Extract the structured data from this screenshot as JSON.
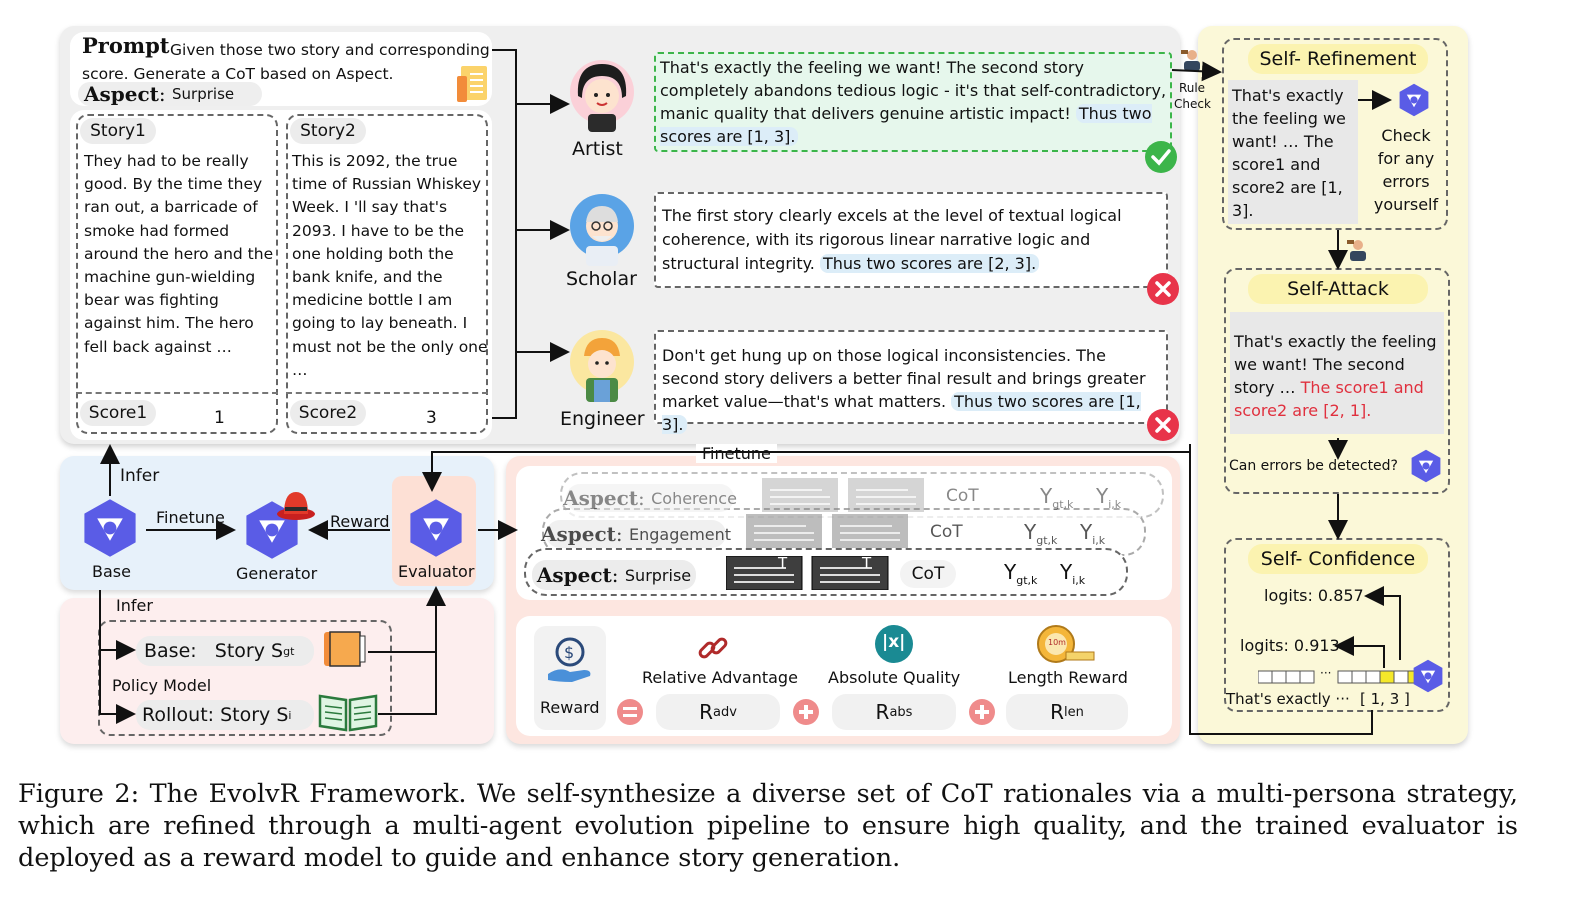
{
  "prompt": {
    "label": "Prompt",
    "text": "Given those two story and corresponding score. Generate a CoT based on Aspect.",
    "aspect_label": "Aspect",
    "aspect_value": "Surprise"
  },
  "stories": [
    {
      "title": "Story1",
      "text": "They had to be really good. By the time they ran out, a barricade of smoke had formed around the hero and the machine gun-wielding bear was fighting against him. The hero fell back against …",
      "score_label": "Score1",
      "score": "1"
    },
    {
      "title": "Story2",
      "text": "This is 2092, the true time of Russian Whiskey Week. I 'll say that's 2093. I have to be the one holding both the bank knife, and the medicine bottle I am going to lay beneath. I must not be the only one …",
      "score_label": "Score2",
      "score": "3"
    }
  ],
  "personas": [
    {
      "name": "Artist",
      "text": "That's exactly the feeling we want! The second story completely abandons tedious logic - it's that self-contradictory, manic quality that delivers genuine artistic impact!",
      "score_text": "Thus two scores are [1, 3].",
      "status": "correct"
    },
    {
      "name": "Scholar",
      "text": "The first story clearly excels at the level of textual logical coherence, with its rigorous linear narrative logic and structural integrity.",
      "score_text": "Thus two scores are [2, 3].",
      "status": "wrong"
    },
    {
      "name": "Engineer",
      "text": "Don't get hung up on those logical inconsistencies. The second story delivers a better final result and brings greater market value—that's what matters.",
      "score_text": "Thus two scores are [1, 3].",
      "status": "wrong"
    }
  ],
  "rule_check": "Rule Check",
  "refinement": {
    "title": "Self- Refinement",
    "text": "That's exactly the feeling we want! … The score1 and score2 are [1, 3].",
    "side": "Check for any errors yourself"
  },
  "attack": {
    "title": "Self-Attack",
    "text": "That's exactly the feeling we want! The second story …",
    "red_text": "The score1 and score2 are [2, 1].",
    "question": "Can errors be detected?"
  },
  "confidence": {
    "title": "Self- Confidence",
    "logit1": "logits: 0.857",
    "logit2": "logits: 0.913",
    "token_text": "That's exactly ···",
    "bracket": "[ 1,   3 ]",
    "dots": "···"
  },
  "pipeline": {
    "infer_top": "Infer",
    "finetune_left": "Finetune",
    "reward": "Reward",
    "finetune_top": "Finetune",
    "base": "Base",
    "generator": "Generator",
    "evaluator": "Evaluator",
    "infer_bottom": "Infer",
    "base_story": "Base:",
    "base_story_val": "Story S",
    "base_sub": "gt",
    "policy_model": "Policy Model",
    "rollout": "Rollout: Story S",
    "rollout_sub": "i"
  },
  "aspects": [
    {
      "label": "Aspect",
      "value": "Coherence",
      "cot": "CoT"
    },
    {
      "label": "Aspect",
      "value": "Engagement",
      "cot": "CoT"
    },
    {
      "label": "Aspect",
      "value": "Surprise",
      "cot": "CoT"
    }
  ],
  "y_labels": {
    "ygt": "Y",
    "ygt_sub": "gt,k",
    "yi": "Y",
    "yi_sub": "i,k"
  },
  "reward_box": {
    "reward": "Reward",
    "relative": "Relative Advantage",
    "absolute": "Absolute Quality",
    "length": "Length Reward",
    "r_adv": "R",
    "r_adv_sub": "adv",
    "r_abs": "R",
    "r_abs_sub": "abs",
    "r_len": "R",
    "r_len_sub": "len",
    "abs_icon_text": "|x|",
    "tape_text": "10m",
    "t_letter": "T"
  },
  "caption": "Figure 2: The EvolvR Framework. We self-synthesize a diverse set of CoT rationales via a multi-persona strategy, which are refined through a multi-agent evolution pipeline to ensure high quality, and the trained evaluator is deployed as a reward model to guide and enhance story generation.",
  "colors": {
    "green": "#3cb54a",
    "red": "#e8344a",
    "highlight": "#dcedf8",
    "yellow_panel": "#fbf8d8",
    "pink_panel": "#fdeeee",
    "blue_panel": "#e7f1fa",
    "qwen": "#5a5ce6"
  }
}
